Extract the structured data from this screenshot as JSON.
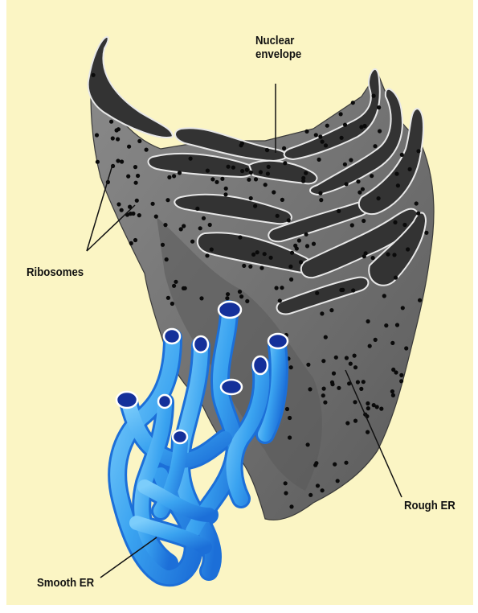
{
  "diagram": {
    "labels": {
      "nuclear_line1": "Nuclear",
      "nuclear_line2": "envelope",
      "ribosomes": "Ribosomes",
      "rough_er": "Rough ER",
      "smooth_er": "Smooth ER"
    },
    "colors": {
      "background": "#fbf5c4",
      "rough_er_fill": "#6e6e6e",
      "cisterna_fill": "#333333",
      "ribosome": "#0a0a0a",
      "smooth_er_light": "#4ab4f4",
      "smooth_er_dark": "#1c6fd8",
      "tubule_opening": "#14309a"
    }
  }
}
